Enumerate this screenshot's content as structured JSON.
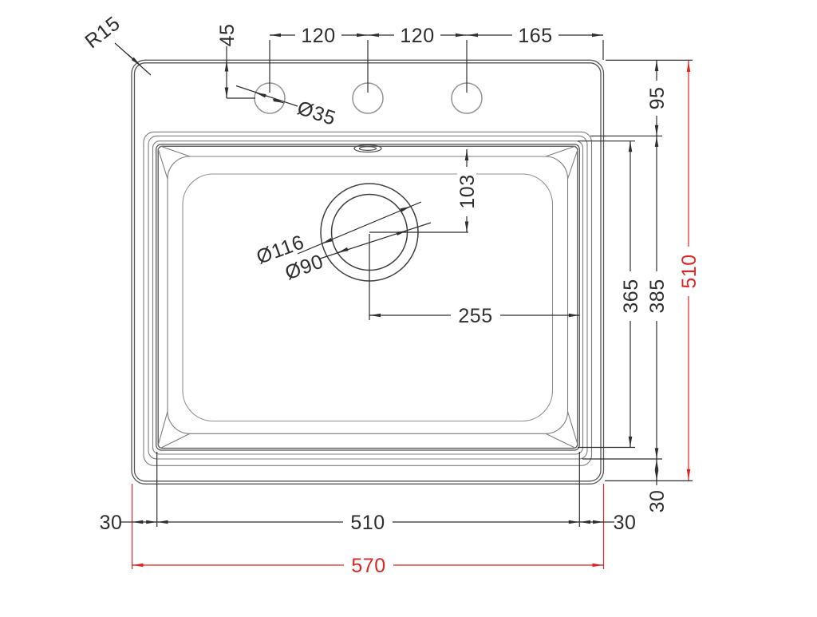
{
  "labels": {
    "radius": "R15",
    "hole_offset": "45",
    "hole_spacing_1": "120",
    "hole_spacing_2": "120",
    "hole_to_edge": "165",
    "rim_top": "95",
    "drain_from_top": "103",
    "bowl_height": "365",
    "rim_height": "385",
    "overall_height": "510",
    "rim_bottom": "30",
    "drain_from_right": "255",
    "edge_left": "30",
    "bowl_width": "510",
    "edge_right": "30",
    "overall_width": "570",
    "hole_diameter": "Ø35",
    "drain_outer": "Ø116",
    "drain_inner": "Ø90"
  },
  "colors": {
    "line": "#555555",
    "dim": "#2e2e2e",
    "accent": "#e02424",
    "light": "#949494",
    "background": "#ffffff"
  }
}
